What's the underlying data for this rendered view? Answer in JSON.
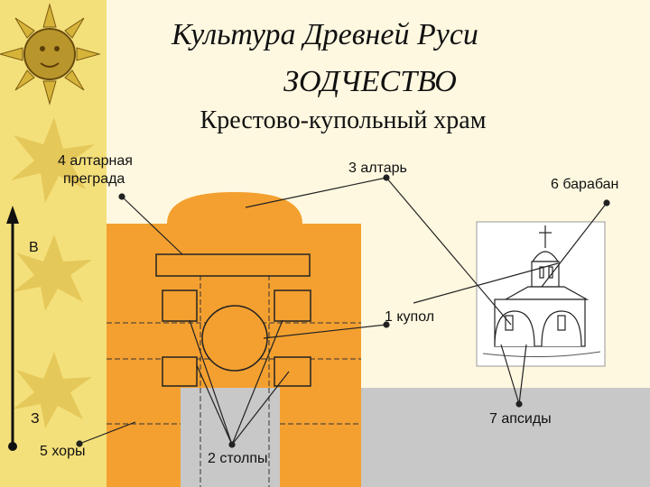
{
  "slide": {
    "title_line1": "Культура Древней Руси",
    "title_line2": "ЗОДЧЕСТВО",
    "subtitle": "Крестово-купольный храм"
  },
  "labels": {
    "altar_barrier_1": "4 алтарная",
    "altar_barrier_2": "преграда",
    "altar": "3 алтарь",
    "drum": "6 барабан",
    "east": "В",
    "dome": "1 купол",
    "west": "З",
    "apses": "7 апсиды",
    "choirs": "5 хоры",
    "pillars": "2 столпы"
  },
  "colors": {
    "plan_fill": "#f4a030",
    "background_cream": "#fff8e0",
    "sidebar_yellow": "#f4e07a",
    "footer_grey": "#c8c8c8"
  },
  "icons": [
    "sun-emblem-icon",
    "star-burst-icon"
  ]
}
